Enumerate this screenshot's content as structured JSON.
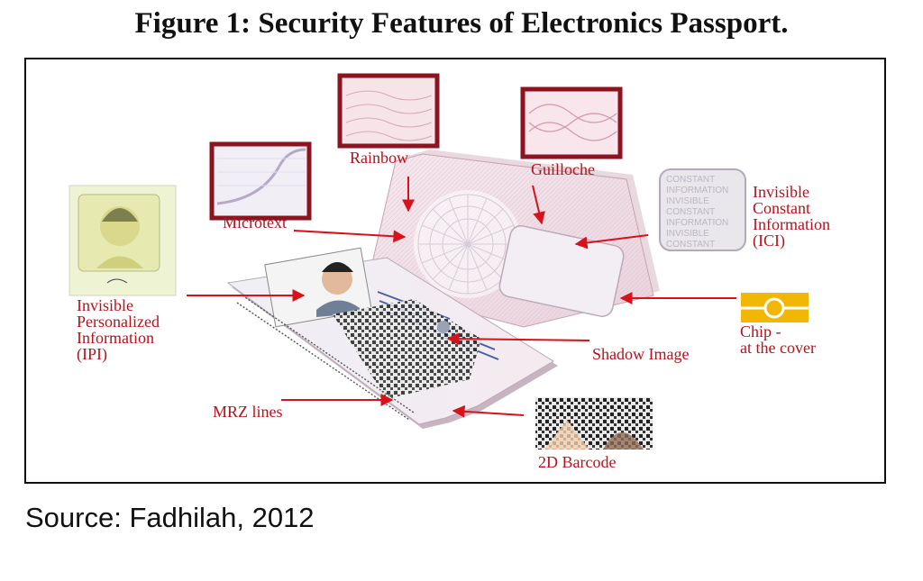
{
  "figure": {
    "title": "Figure 1: Security Features of Electronics Passport.",
    "source": "Source: Fadhilah, 2012"
  },
  "labels": {
    "rainbow": "Rainbow",
    "guilloche": "Guilloche",
    "microtext": "Microtext",
    "ici_line1": "Invisible",
    "ici_line2": "Constant",
    "ici_line3": "Information",
    "ici_line4": "(ICI)",
    "ipi_line1": "Invisible",
    "ipi_line2": "Personalized",
    "ipi_line3": "Information",
    "ipi_line4": "(IPI)",
    "chip_line1": "Chip -",
    "chip_line2": "at the cover",
    "shadow_image": "Shadow Image",
    "mrz_lines": "MRZ lines",
    "barcode_2d": "2D Barcode"
  },
  "ici_sample_text": [
    "CONSTANT",
    "INFORMATION",
    "INVISIBLE",
    "CONSTANT",
    "INFORMATION",
    "INVISIBLE",
    "CONSTANT"
  ],
  "colors": {
    "accent": "#b5121b",
    "chip": "#f2b705",
    "frame": "#111111"
  }
}
